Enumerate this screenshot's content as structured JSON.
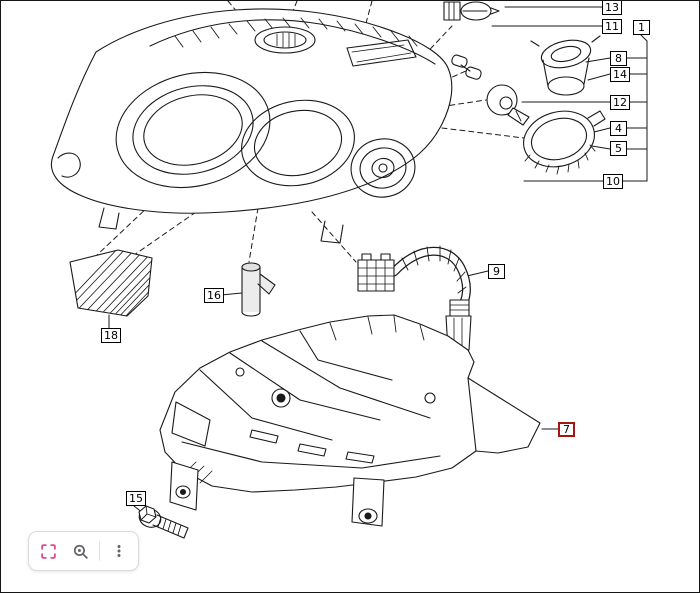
{
  "callouts": [
    {
      "label": "13",
      "highlighted": false
    },
    {
      "label": "11",
      "highlighted": false
    },
    {
      "label": "1",
      "highlighted": false
    },
    {
      "label": "8",
      "highlighted": false
    },
    {
      "label": "14",
      "highlighted": false
    },
    {
      "label": "12",
      "highlighted": false
    },
    {
      "label": "4",
      "highlighted": false
    },
    {
      "label": "5",
      "highlighted": false
    },
    {
      "label": "10",
      "highlighted": false
    },
    {
      "label": "9",
      "highlighted": false
    },
    {
      "label": "16",
      "highlighted": false
    },
    {
      "label": "18",
      "highlighted": false
    },
    {
      "label": "7",
      "highlighted": true
    },
    {
      "label": "15",
      "highlighted": false
    }
  ],
  "toolbar": {
    "buttons": [
      {
        "icon": "crop-selection-icon",
        "color": "#d94f8e"
      },
      {
        "icon": "image-search-icon",
        "color": "#5f6368"
      },
      {
        "icon": "more-options-icon",
        "color": "#5f6368"
      }
    ]
  },
  "colors": {
    "line": "#1a1a1a",
    "callout_border": "#000000",
    "highlight": "#a31515",
    "background": "#ffffff"
  }
}
